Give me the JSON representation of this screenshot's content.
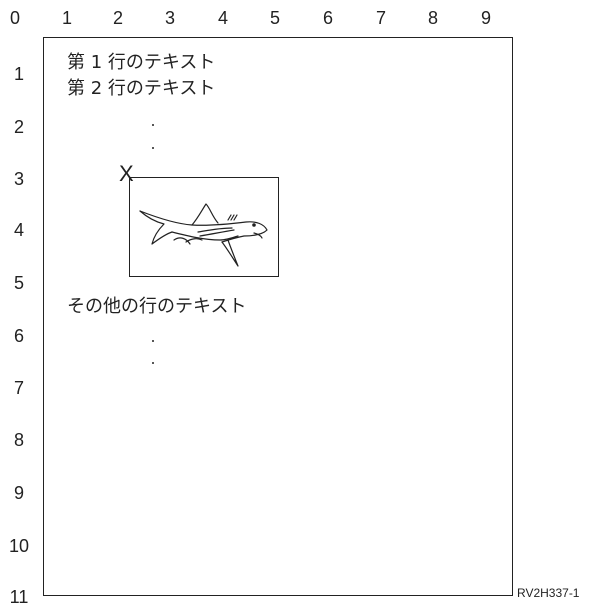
{
  "ruler": {
    "top": [
      "0",
      "1",
      "2",
      "3",
      "4",
      "5",
      "6",
      "7",
      "8",
      "9"
    ],
    "left": [
      "1",
      "2",
      "3",
      "4",
      "5",
      "6",
      "7",
      "8",
      "9",
      "10",
      "11"
    ]
  },
  "page": {
    "line1": "第 1 行のテキスト",
    "line2": "第 2 行のテキスト",
    "other_lines": "その他の行のテキスト",
    "image_marker": "X",
    "image_icon": "shark-icon"
  },
  "figure_id": "RV2H337-1"
}
